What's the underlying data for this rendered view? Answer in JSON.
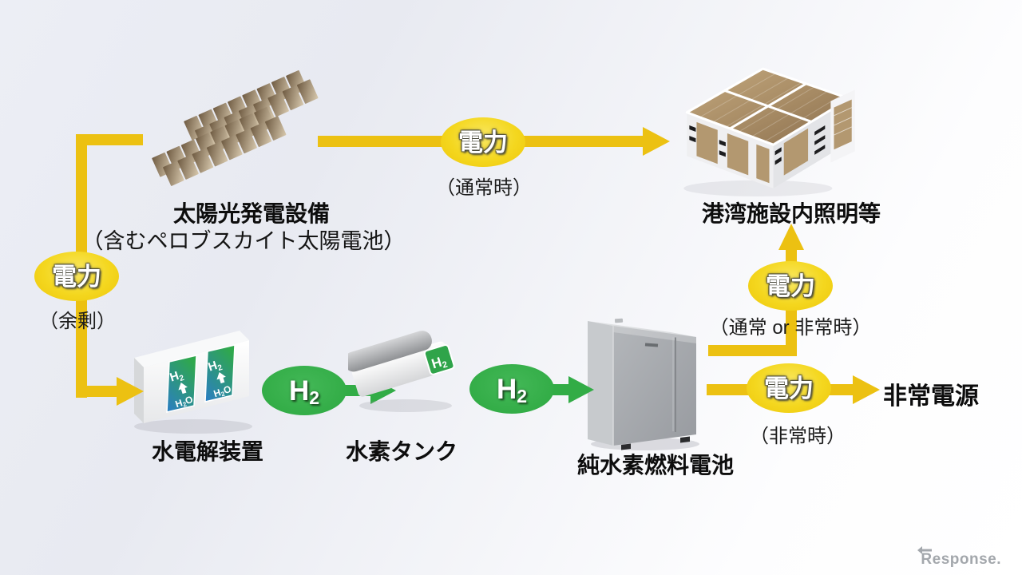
{
  "colors": {
    "flow_yellow": "#ecc112",
    "flow_green": "#32ac46"
  },
  "nodes": {
    "solar": {
      "title": "太陽光発電設備",
      "subtitle": "（含むペロブスカイト太陽電池）"
    },
    "building": {
      "title": "港湾施設内照明等"
    },
    "electrolyzer": {
      "title": "水電解装置"
    },
    "tank": {
      "title": "水素タンク"
    },
    "fuel_cell": {
      "title": "純水素燃料電池"
    },
    "emergency_power": {
      "title": "非常電源"
    }
  },
  "flows": {
    "power_normal": {
      "label": "電力",
      "note": "（通常時）"
    },
    "power_surplus": {
      "label": "電力",
      "note": "（余剰）"
    },
    "power_normal_or_emergency": {
      "label": "電力",
      "note": "（通常 or 非常時）"
    },
    "power_emergency": {
      "label": "電力",
      "note": "（非常時）"
    },
    "h2_to_tank": {
      "label": "H",
      "sub": "2"
    },
    "h2_to_fuel_cell": {
      "label": "H",
      "sub": "2"
    }
  },
  "chem": {
    "h": "H",
    "two": "2",
    "o": "O"
  },
  "watermark": "Response."
}
